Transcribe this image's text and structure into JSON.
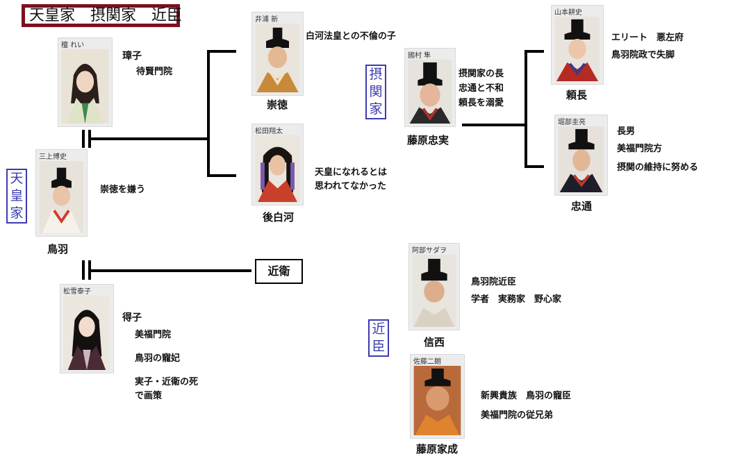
{
  "title": "天皇家　摂関家　近臣",
  "groups": {
    "tennouke": [
      "天",
      "皇",
      "家"
    ],
    "sekkanke": [
      "摂",
      "関",
      "家"
    ],
    "kinshin": [
      "近",
      "臣"
    ]
  },
  "people": {
    "shoshi": {
      "actor": "檀 れい",
      "name": "璋子",
      "notes": [
        "待賢門院"
      ]
    },
    "toba": {
      "actor": "三上博史",
      "name": "鳥羽",
      "notes": [
        "崇徳を嫌う"
      ]
    },
    "tokushi": {
      "actor": "松雪泰子",
      "name": "得子",
      "notes": [
        "美福門院",
        "鳥羽の寵妃",
        "実子・近衛の死",
        "で画策"
      ]
    },
    "sutoku": {
      "actor": "井浦 新",
      "name": "崇徳",
      "notes": [
        "白河法皇との不倫の子"
      ]
    },
    "goshirakawa": {
      "actor": "松田翔太",
      "name": "後白河",
      "notes": [
        "天皇になれるとは",
        "思われてなかった"
      ]
    },
    "tadazane": {
      "actor": "國村 隼",
      "name": "藤原忠実",
      "notes": [
        "摂関家の長",
        "忠通と不和",
        "頼長を溺愛"
      ]
    },
    "yorinaga": {
      "actor": "山本耕史",
      "name": "頼長",
      "notes": [
        "エリート　悪左府",
        "鳥羽院政で失脚"
      ]
    },
    "tadamichi": {
      "actor": "堀部圭亮",
      "name": "忠通",
      "notes": [
        "長男",
        "美福門院方",
        "摂関の維持に努める"
      ]
    },
    "shinzei": {
      "actor": "阿部サダヲ",
      "name": "信西",
      "notes": [
        "鳥羽院近臣",
        "学者　実務家　野心家"
      ]
    },
    "ienari": {
      "actor": "佐藤二朗",
      "name": "藤原家成",
      "notes": [
        "新興貴族　鳥羽の寵臣",
        "美福門院の従兄弟"
      ]
    }
  },
  "konoe": "近衛",
  "colors": {
    "title_border": "#7a1020",
    "group_label": "#3b3bb0"
  }
}
